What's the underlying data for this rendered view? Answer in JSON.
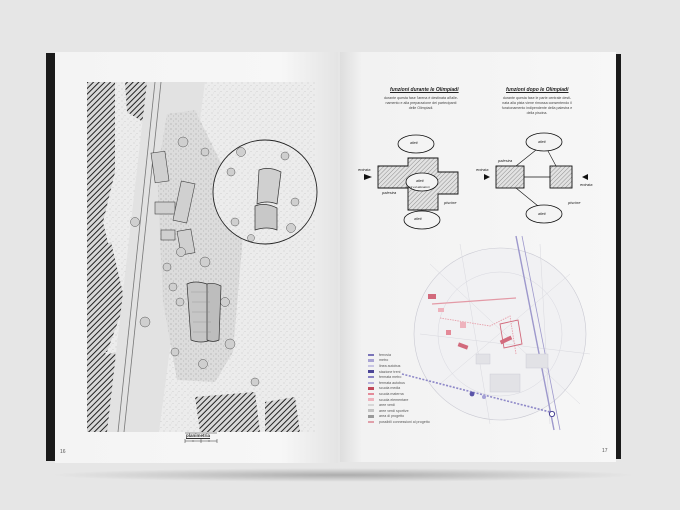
{
  "left_page": {
    "scale_label": "planimetria",
    "page_number": "16"
  },
  "right_page": {
    "page_number": "17",
    "diagram_during": {
      "title": "funzioni durante le Olimpiadi",
      "description": [
        "durante questa fase l'arena è destinata all'alle-",
        "namento e alla preparazione dei partecipanti",
        "delle Olimpiadi."
      ],
      "labels": {
        "gym": "palestra",
        "entrance": "entrata",
        "pool": "piscine",
        "athletes_top": "atleti",
        "athletes_center": "atleti",
        "athletes_bottom": "atleti",
        "athletes_note": "atleti ed allenatori"
      }
    },
    "diagram_after": {
      "title": "funzioni dopo le Olimpiadi",
      "description": [
        "durante questa fase le parte centrale desti-",
        "nata alla pista viene rimossa consentendo il",
        "funzionamento indipendente della palestra e",
        "della piscina."
      ],
      "labels": {
        "gym": "palestra",
        "entrance_left": "entrata",
        "entrance_right": "entrata",
        "pool": "piscine",
        "athletes_top": "atleti",
        "athletes_bottom": "atleti"
      }
    },
    "legend": [
      {
        "label": "ferrovia",
        "color": "#7a74b8"
      },
      {
        "label": "metro",
        "color": "#a9a4d4"
      },
      {
        "label": "linea autobus",
        "color": "#c9c6e4"
      },
      {
        "label": "stazione treni",
        "color": "#4b4596"
      },
      {
        "label": "fermata metro",
        "color": "#8a84c4"
      },
      {
        "label": "fermata autobus",
        "color": "#b4b0da"
      },
      {
        "label": "scuola media",
        "color": "#c0495b"
      },
      {
        "label": "scuola materna",
        "color": "#e48a98"
      },
      {
        "label": "scuola elementare",
        "color": "#eeb3bd"
      },
      {
        "label": "aree verdi",
        "color": "#d7d7d7"
      },
      {
        "label": "aree verdi sportive",
        "color": "#c3c3c3"
      },
      {
        "label": "area di progetto",
        "color": "#9a9a9a"
      },
      {
        "label": "possibili connessioni al progetto",
        "color": "#e0a0aa"
      }
    ]
  }
}
